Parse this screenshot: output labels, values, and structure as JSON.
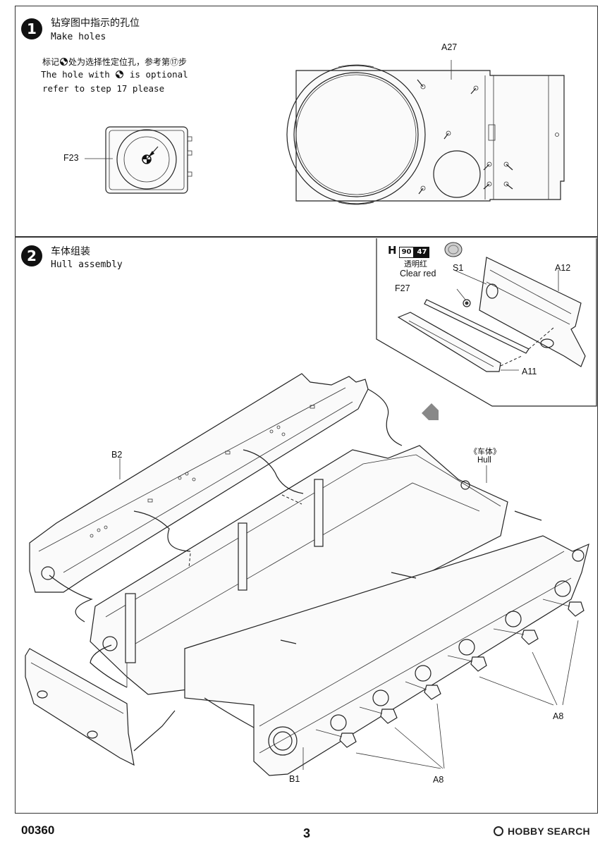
{
  "step1": {
    "number": "1",
    "title_zh": "钻穿图中指示的孔位",
    "title_en": "Make holes",
    "note_zh_pre": "标记",
    "note_zh_post": "处为选择性定位孔，参考第⑰步",
    "note_en_line1_pre": "The hole with ",
    "note_en_line1_post": "is optional",
    "note_en_line2": "refer to step 17 please",
    "part_f23": "F23",
    "part_a27": "A27"
  },
  "step2": {
    "number": "2",
    "title_zh": "车体组装",
    "title_en": "Hull assembly",
    "inset": {
      "paint_letter": "H",
      "paint_code_a": "90",
      "paint_code_b": "47",
      "paint_name_zh": "透明红",
      "paint_name_en": "Clear red",
      "part_s1": "S1",
      "part_f27": "F27",
      "part_a12": "A12",
      "part_a11": "A11"
    },
    "part_b2": "B2",
    "hull_zh": "《车体》",
    "hull_en": "Hull",
    "part_a8_right": "A8",
    "part_a8_bottom": "A8",
    "part_b1": "B1"
  },
  "footer": {
    "code": "00360",
    "page": "3",
    "watermark": "HOBBY SEARCH"
  }
}
